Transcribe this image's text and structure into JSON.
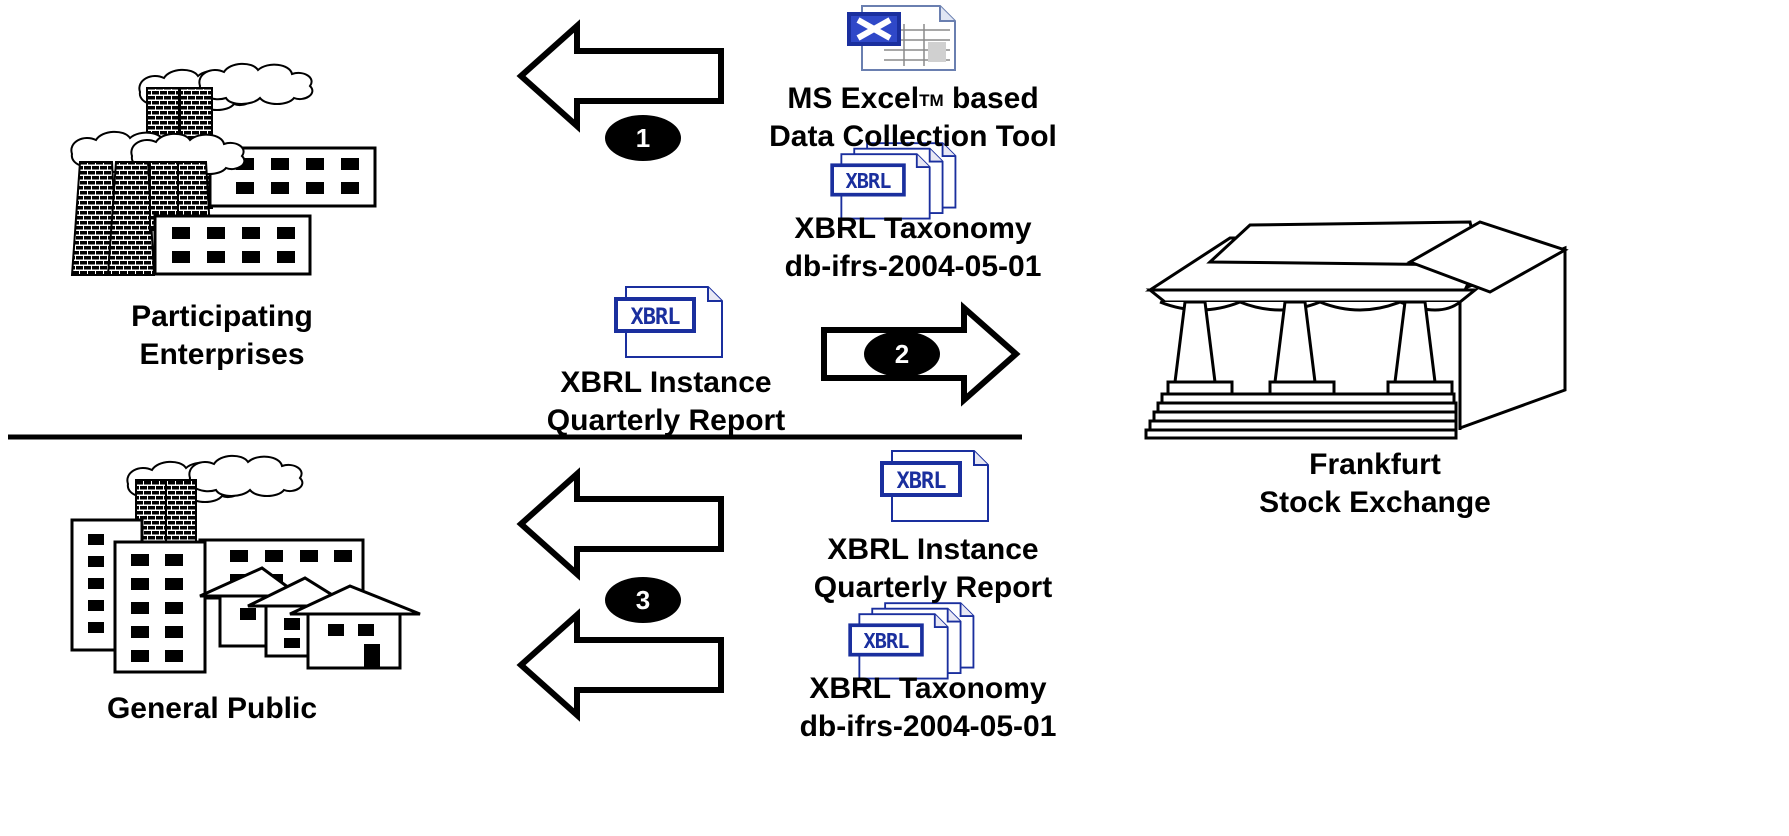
{
  "enterprises": {
    "line1": "Participating",
    "line2": "Enterprises"
  },
  "public": {
    "label": "General Public"
  },
  "exchange": {
    "line1": "Frankfurt",
    "line2": "Stock Exchange"
  },
  "excel_tool": {
    "line1a": "MS Excel",
    "tm": "TM",
    "line1b": " based",
    "line2": "Data Collection Tool"
  },
  "taxonomy_top": {
    "line1": "XBRL Taxonomy",
    "line2": "db-ifrs-2004-05-01"
  },
  "instance_mid": {
    "line1": "XBRL Instance",
    "line2": "Quarterly Report"
  },
  "instance_bottom": {
    "line1": "XBRL Instance",
    "line2": "Quarterly Report"
  },
  "taxonomy_bottom": {
    "line1": "XBRL Taxonomy",
    "line2": "db-ifrs-2004-05-01"
  },
  "steps": {
    "step1": "1",
    "step2": "2",
    "step3": "3"
  },
  "icons": {
    "xbrl_text": "XBRL",
    "excel": "excel-file-icon",
    "xbrl": "xbrl-file-icon"
  },
  "colors": {
    "icon_blue": "#1a2f9e",
    "line": "#000000"
  }
}
